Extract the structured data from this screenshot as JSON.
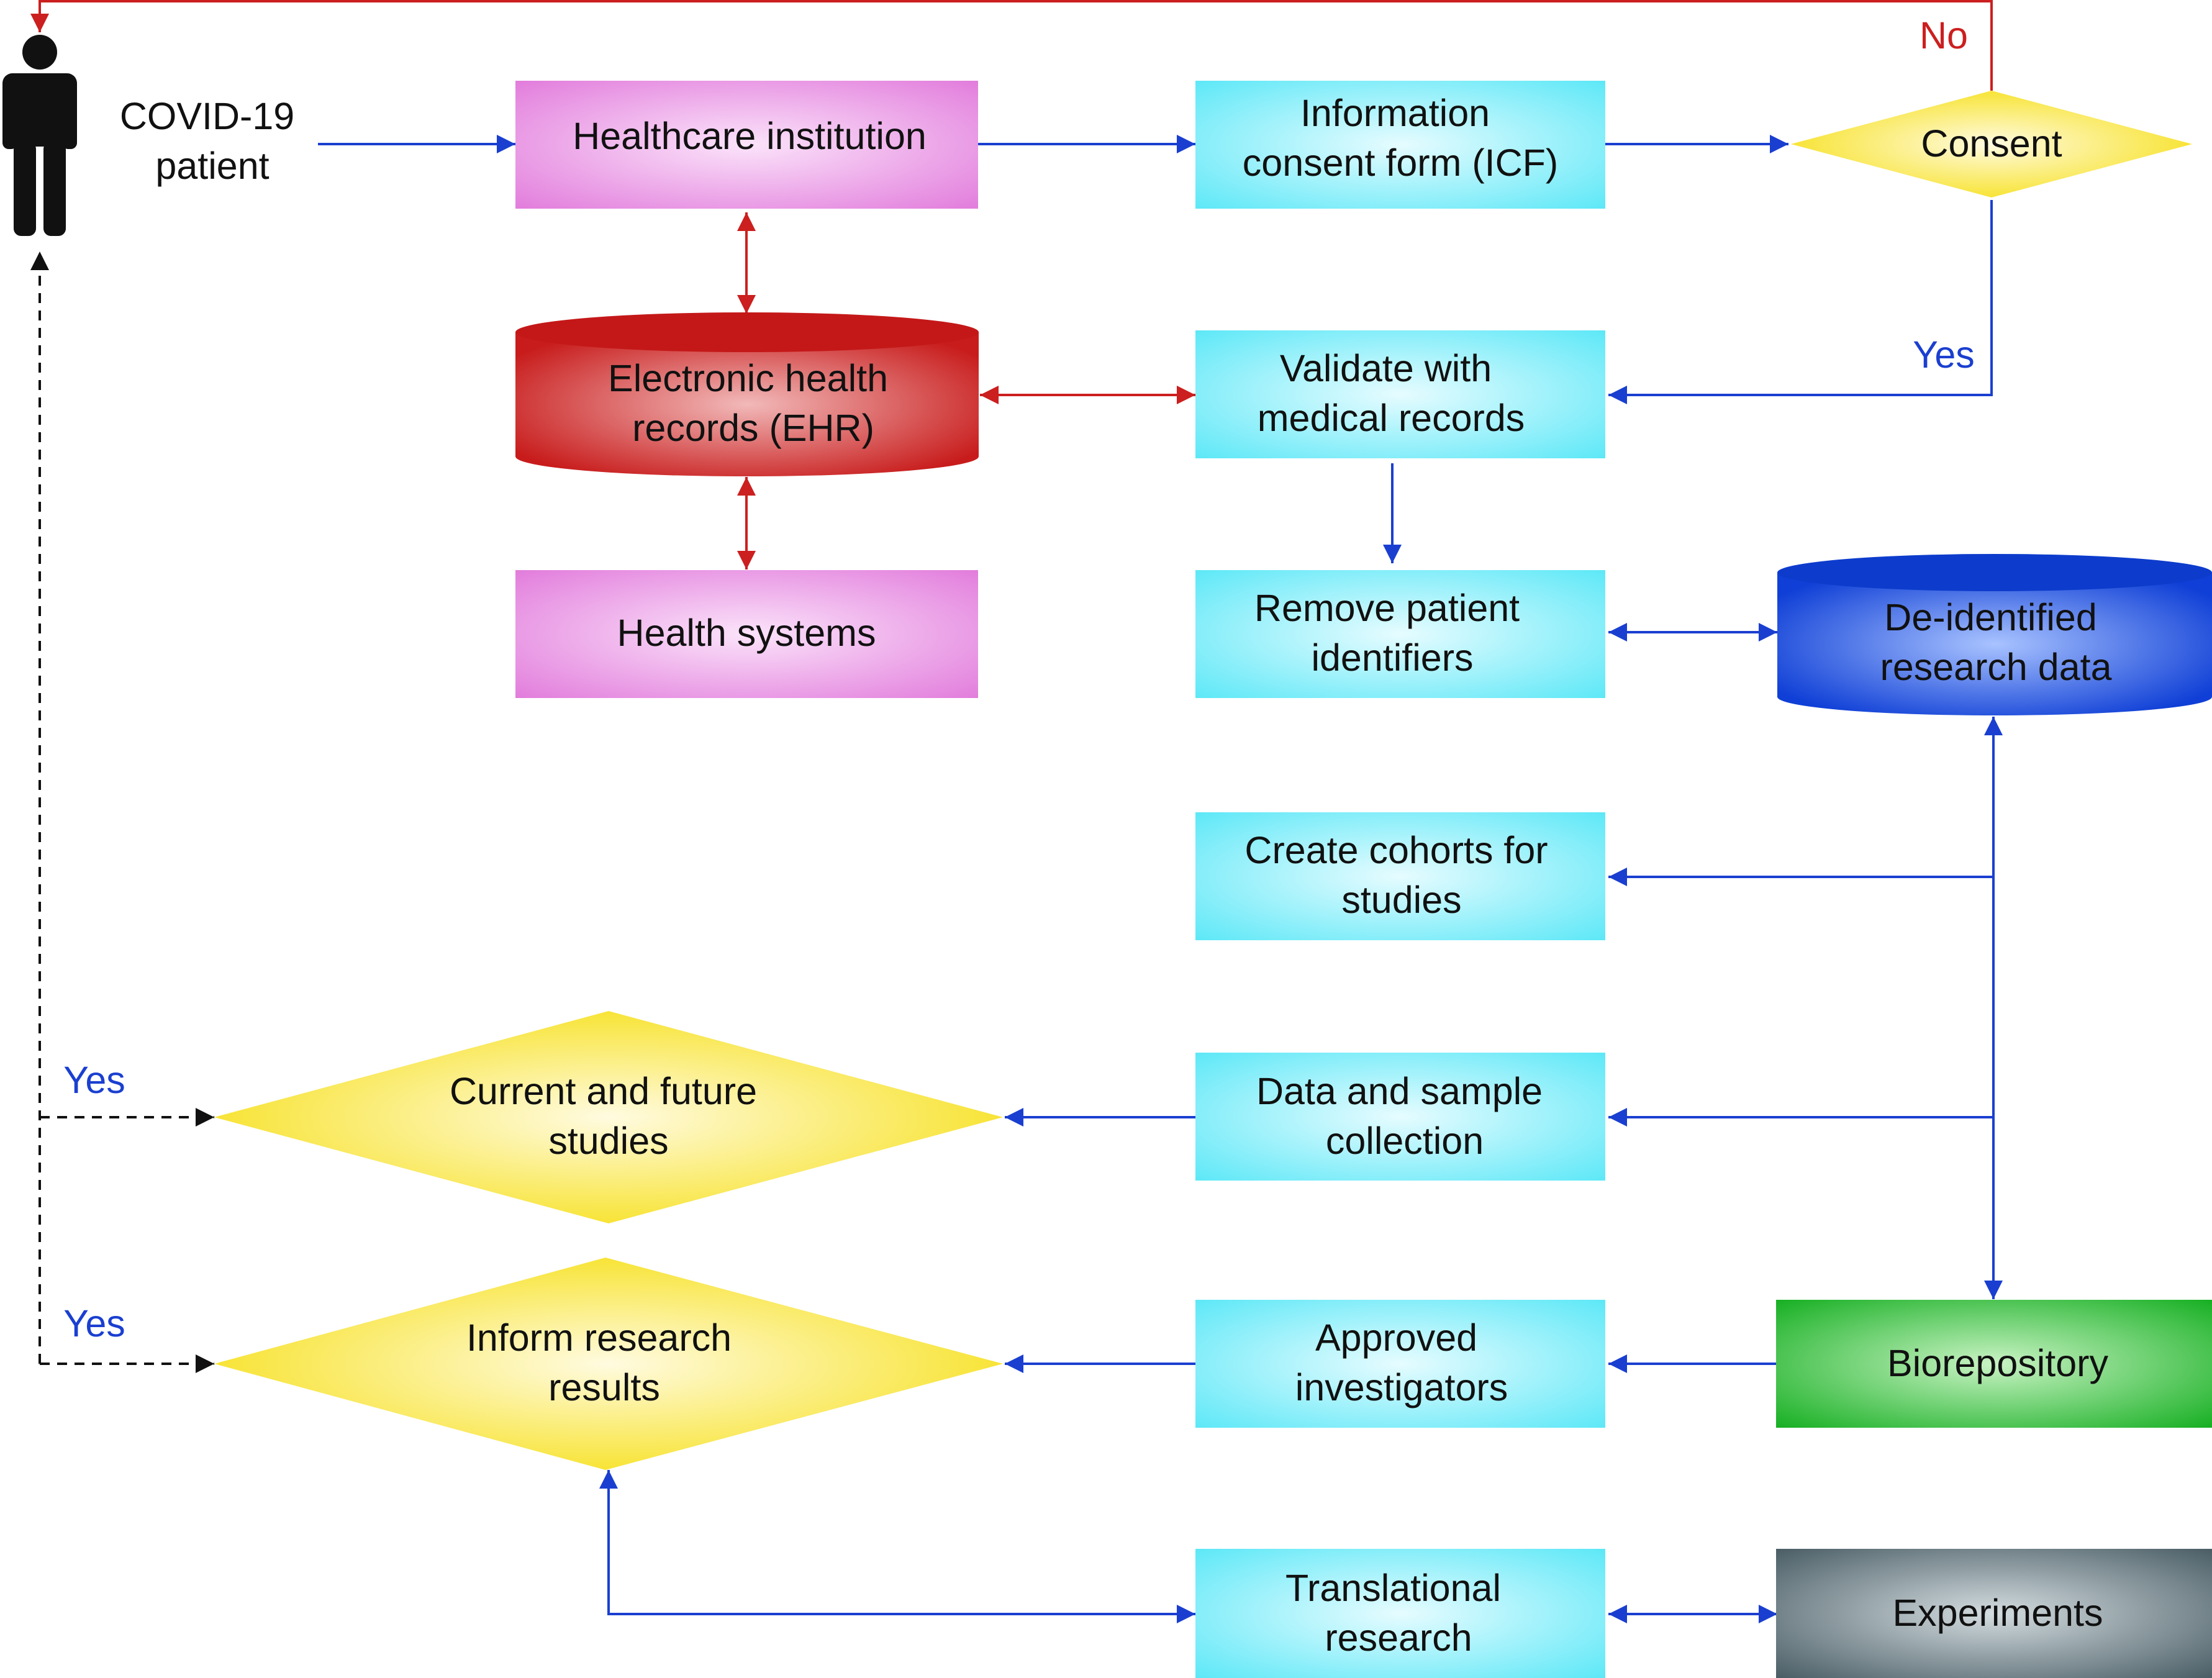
{
  "patient": {
    "label_lines": [
      "COVID-19",
      "patient"
    ],
    "icon": "person-icon"
  },
  "nodes": {
    "healthcare": {
      "lines": [
        "Healthcare institution"
      ]
    },
    "icf": {
      "lines": [
        "Information",
        "consent form (ICF)"
      ]
    },
    "consent": {
      "lines": [
        "Consent"
      ]
    },
    "ehr": {
      "lines": [
        "Electronic health",
        "records (EHR)"
      ]
    },
    "validate": {
      "lines": [
        "Validate with",
        "medical records"
      ]
    },
    "health_systems": {
      "lines": [
        "Health systems"
      ]
    },
    "remove": {
      "lines": [
        "Remove patient",
        "identifiers"
      ]
    },
    "deidentified": {
      "lines": [
        "De-identified",
        "research data"
      ]
    },
    "cohorts": {
      "lines": [
        "Create cohorts for",
        "studies"
      ]
    },
    "current": {
      "lines": [
        "Current and future",
        "studies"
      ]
    },
    "collection": {
      "lines": [
        "Data and sample",
        "collection"
      ]
    },
    "inform": {
      "lines": [
        "Inform research",
        "results"
      ]
    },
    "investigators": {
      "lines": [
        "Approved",
        "investigators"
      ]
    },
    "biorepository": {
      "lines": [
        "Biorepository"
      ]
    },
    "translational": {
      "lines": [
        "Translational",
        "research"
      ]
    },
    "experiments": {
      "lines": [
        "Experiments"
      ]
    }
  },
  "edge_labels": {
    "consent_no": "No",
    "consent_yes": "Yes",
    "studies_yes": "Yes",
    "results_yes": "Yes"
  },
  "colors": {
    "blue_arrow": "#1a3fd0",
    "red_arrow": "#cc1f1f",
    "cyan_box": "#5ee8f7",
    "pink_box": "#e680e0",
    "yellow_diamond": "#f8e21e",
    "red_cylinder": "#cc2222",
    "blue_cylinder": "#1142d8",
    "green_box": "#1eb52a",
    "slate_box": "#556870"
  }
}
